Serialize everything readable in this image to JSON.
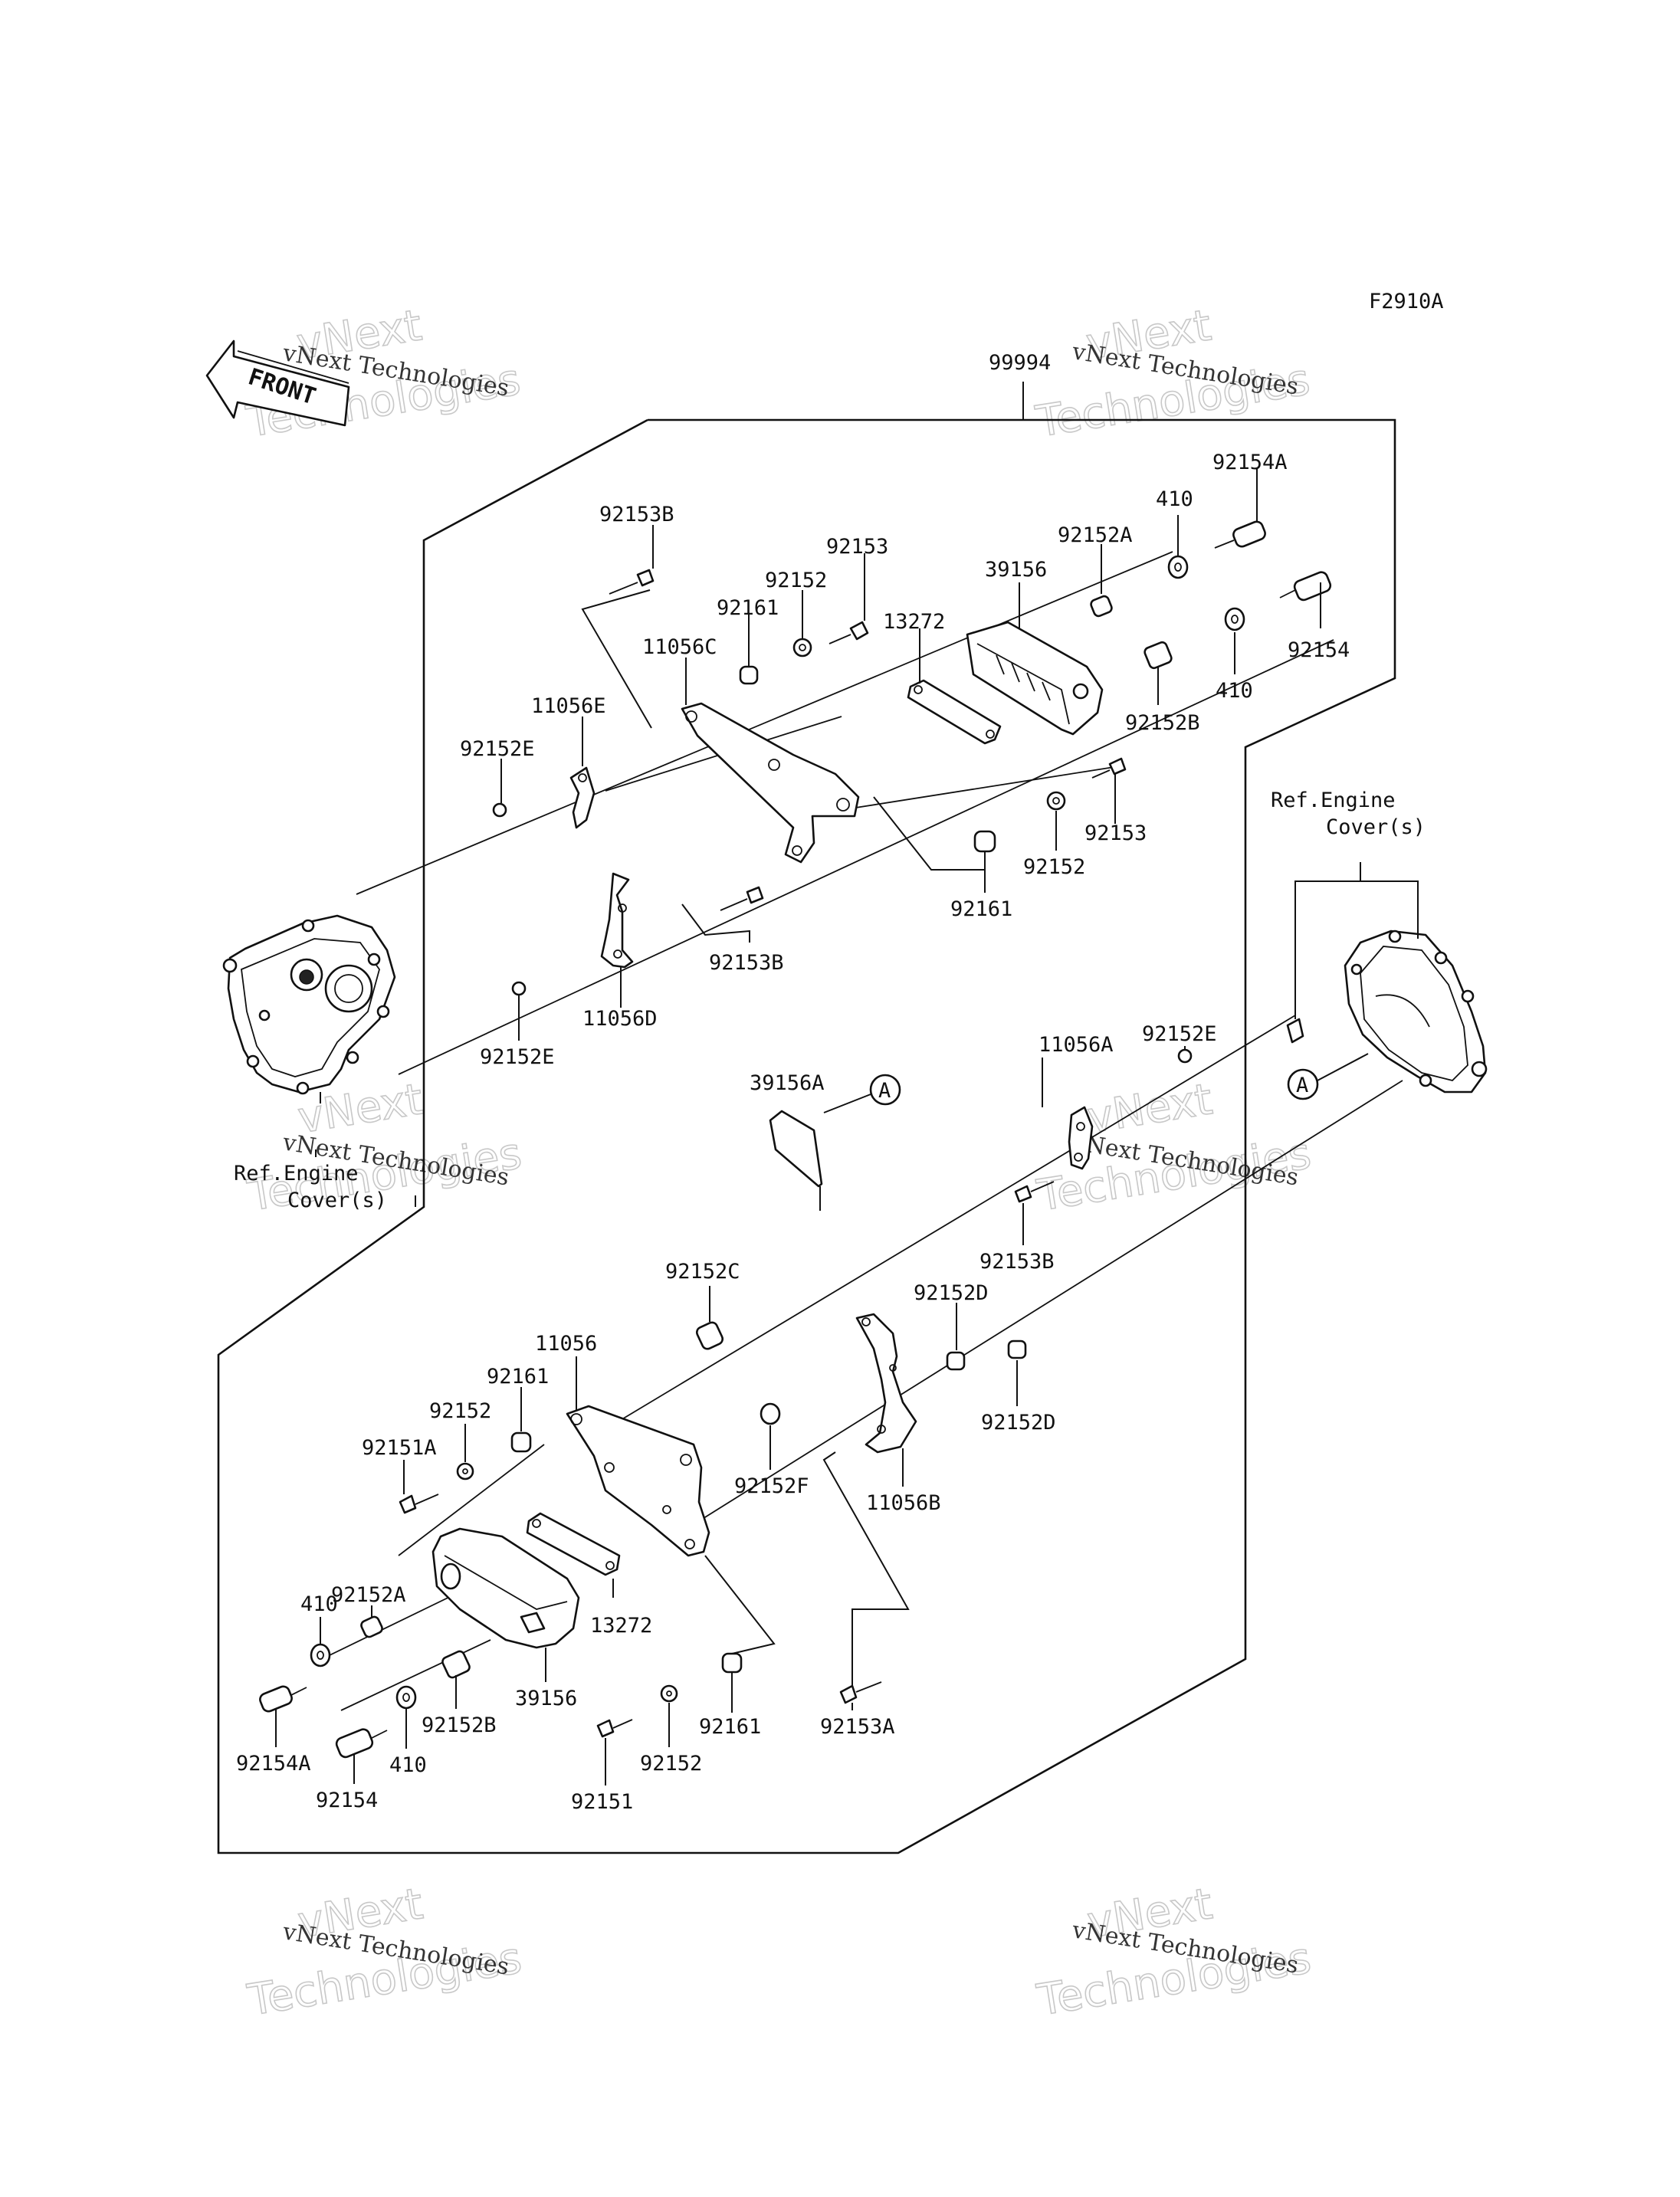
{
  "figure_code": "F2910A",
  "front_arrow": "FRONT",
  "kit_number": "99994",
  "ref_engine_left": {
    "line1": "Ref.Engine",
    "line2": "Cover(s)"
  },
  "ref_engine_right": {
    "line1": "Ref.Engine",
    "line2": "Cover(s)"
  },
  "ref_mark": "A",
  "watermark": {
    "small": "vNext Technologies",
    "large_line1": "vNext",
    "large_line2": "Technologies"
  },
  "labels": {
    "p_92154A_top": "92154A",
    "p_410_top": "410",
    "p_92152A_top": "92152A",
    "p_39156_top": "39156",
    "p_92153_top": "92153",
    "p_92152_top": "92152",
    "p_92161_top": "92161",
    "p_92153B_top": "92153B",
    "p_11056C": "11056C",
    "p_13272_top": "13272",
    "p_11056E": "11056E",
    "p_92152E_top": "92152E",
    "p_92154_top": "92154",
    "p_410_mid": "410",
    "p_92152B_top": "92152B",
    "p_92153_mid": "92153",
    "p_92152_mid": "92152",
    "p_92161_mid": "92161",
    "p_92153B_mid": "92153B",
    "p_11056D": "11056D",
    "p_92152E_left": "92152E",
    "p_39156A": "39156A",
    "p_11056A": "11056A",
    "p_92152E_right": "92152E",
    "p_92153B_right": "92153B",
    "p_92152C": "92152C",
    "p_92152D_top": "92152D",
    "p_92152D_bot": "92152D",
    "p_11056": "11056",
    "p_92161_low": "92161",
    "p_92152_low": "92152",
    "p_92151A": "92151A",
    "p_92152F": "92152F",
    "p_11056B": "11056B",
    "p_92152A_low": "92152A",
    "p_410_low": "410",
    "p_13272_low": "13272",
    "p_39156_low": "39156",
    "p_92152B_low": "92152B",
    "p_410_bot": "410",
    "p_92154A_low": "92154A",
    "p_92154_low": "92154",
    "p_92153A": "92153A",
    "p_92161_bot": "92161",
    "p_92152_bot": "92152",
    "p_92151": "92151"
  }
}
